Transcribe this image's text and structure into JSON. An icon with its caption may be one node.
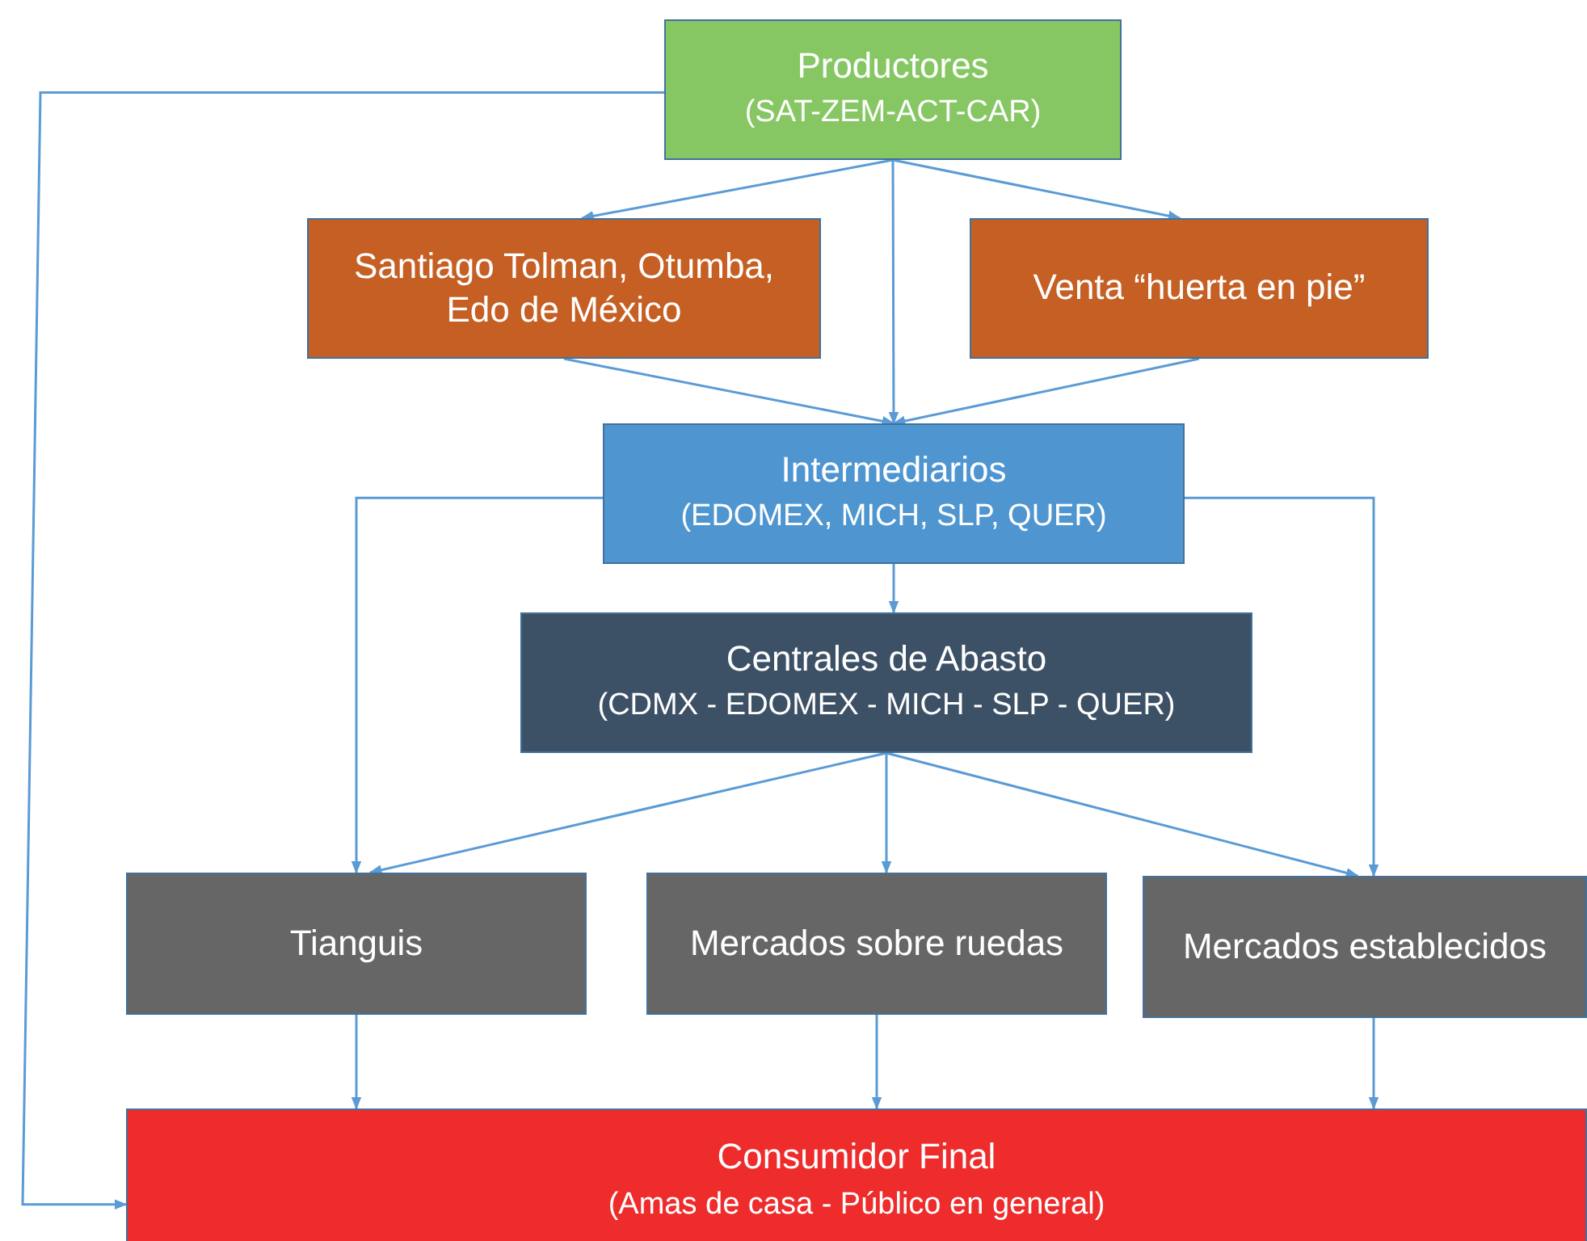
{
  "diagram": {
    "nodes": [
      {
        "text": [
          "Productores",
          "(SAT-ZEM-ACT-CAR)"
        ]
      },
      {
        "text": [
          "Santiago Tolman, Otumba, Edo de México"
        ]
      },
      {
        "text": [
          "Venta “huerta en pie”"
        ]
      },
      {
        "text": [
          "Intermediarios",
          "(EDOMEX, MICH, SLP, QUER)"
        ]
      },
      {
        "text": [
          "Centrales de Abasto",
          "(CDMX - EDOMEX - MICH - SLP - QUER)"
        ]
      },
      {
        "text": [
          "Tianguis"
        ]
      },
      {
        "text": [
          "Mercados sobre ruedas"
        ]
      },
      {
        "text": [
          "Mercados establecidos"
        ]
      },
      {
        "text": [
          "Consumidor Final",
          "(Amas de casa - Público en general)"
        ]
      }
    ],
    "edges": [
      {
        "from": 0,
        "to": 1,
        "arrow": "to"
      },
      {
        "from": 0,
        "to": 2,
        "arrow": "to"
      },
      {
        "from": 0,
        "to": 3,
        "arrow": "to"
      },
      {
        "from": 1,
        "to": 3,
        "arrow": "to"
      },
      {
        "from": 2,
        "to": 3,
        "arrow": "to"
      },
      {
        "from": 3,
        "to": 4,
        "arrow": "to"
      },
      {
        "from": 3,
        "to": 5,
        "arrow": "to"
      },
      {
        "from": 3,
        "to": 7,
        "arrow": "to"
      },
      {
        "from": 4,
        "to": 5,
        "arrow": "to"
      },
      {
        "from": 4,
        "to": 6,
        "arrow": "to"
      },
      {
        "from": 4,
        "to": 7,
        "arrow": "to"
      },
      {
        "from": 5,
        "to": 8,
        "arrow": "to"
      },
      {
        "from": 6,
        "to": 8,
        "arrow": "to"
      },
      {
        "from": 7,
        "to": 8,
        "arrow": "to"
      },
      {
        "from": 0,
        "to": 8,
        "arrow": "to"
      }
    ]
  }
}
